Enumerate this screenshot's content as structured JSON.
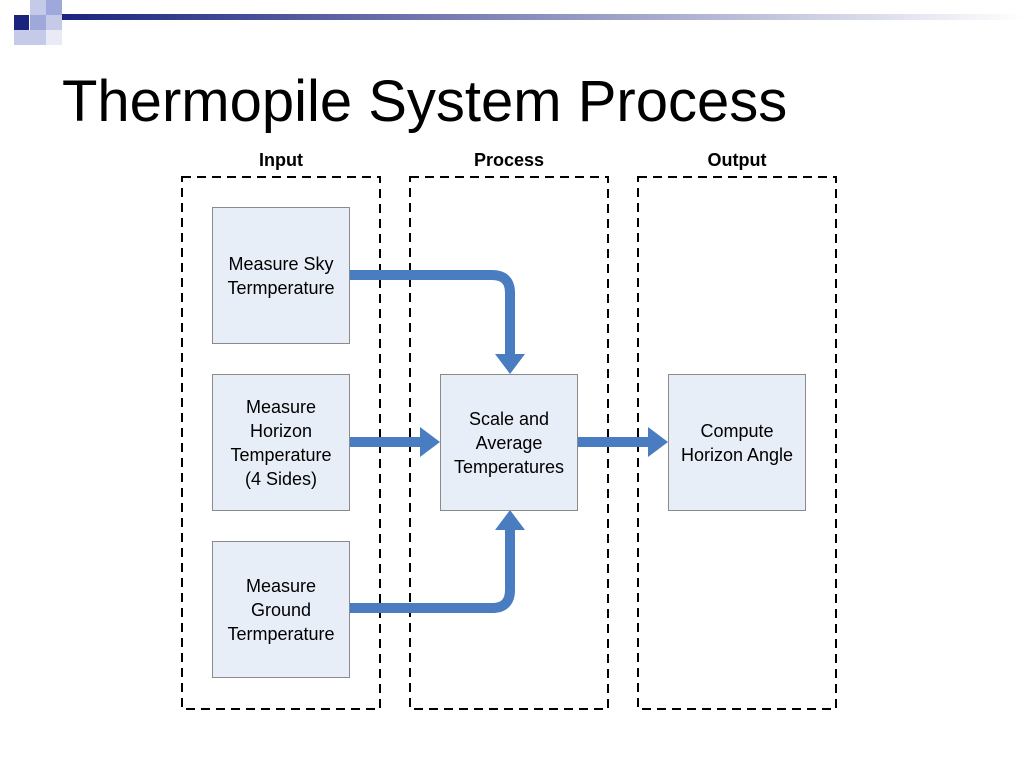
{
  "slide": {
    "title": "Thermopile System Process",
    "colors": {
      "accent_navy": "#1a237e",
      "arrow_blue": "#4a7cc1",
      "box_fill": "#e8eef7"
    }
  },
  "diagram": {
    "columns": {
      "input": "Input",
      "process": "Process",
      "output": "Output"
    },
    "boxes": {
      "sky": "Measure Sky\nTermperature",
      "horizon": "Measure\nHorizon\nTemperature\n(4 Sides)",
      "ground": "Measure\nGround\nTermperature",
      "scale": "Scale and\nAverage\nTemperatures",
      "compute": "Compute\nHorizon Angle"
    }
  }
}
